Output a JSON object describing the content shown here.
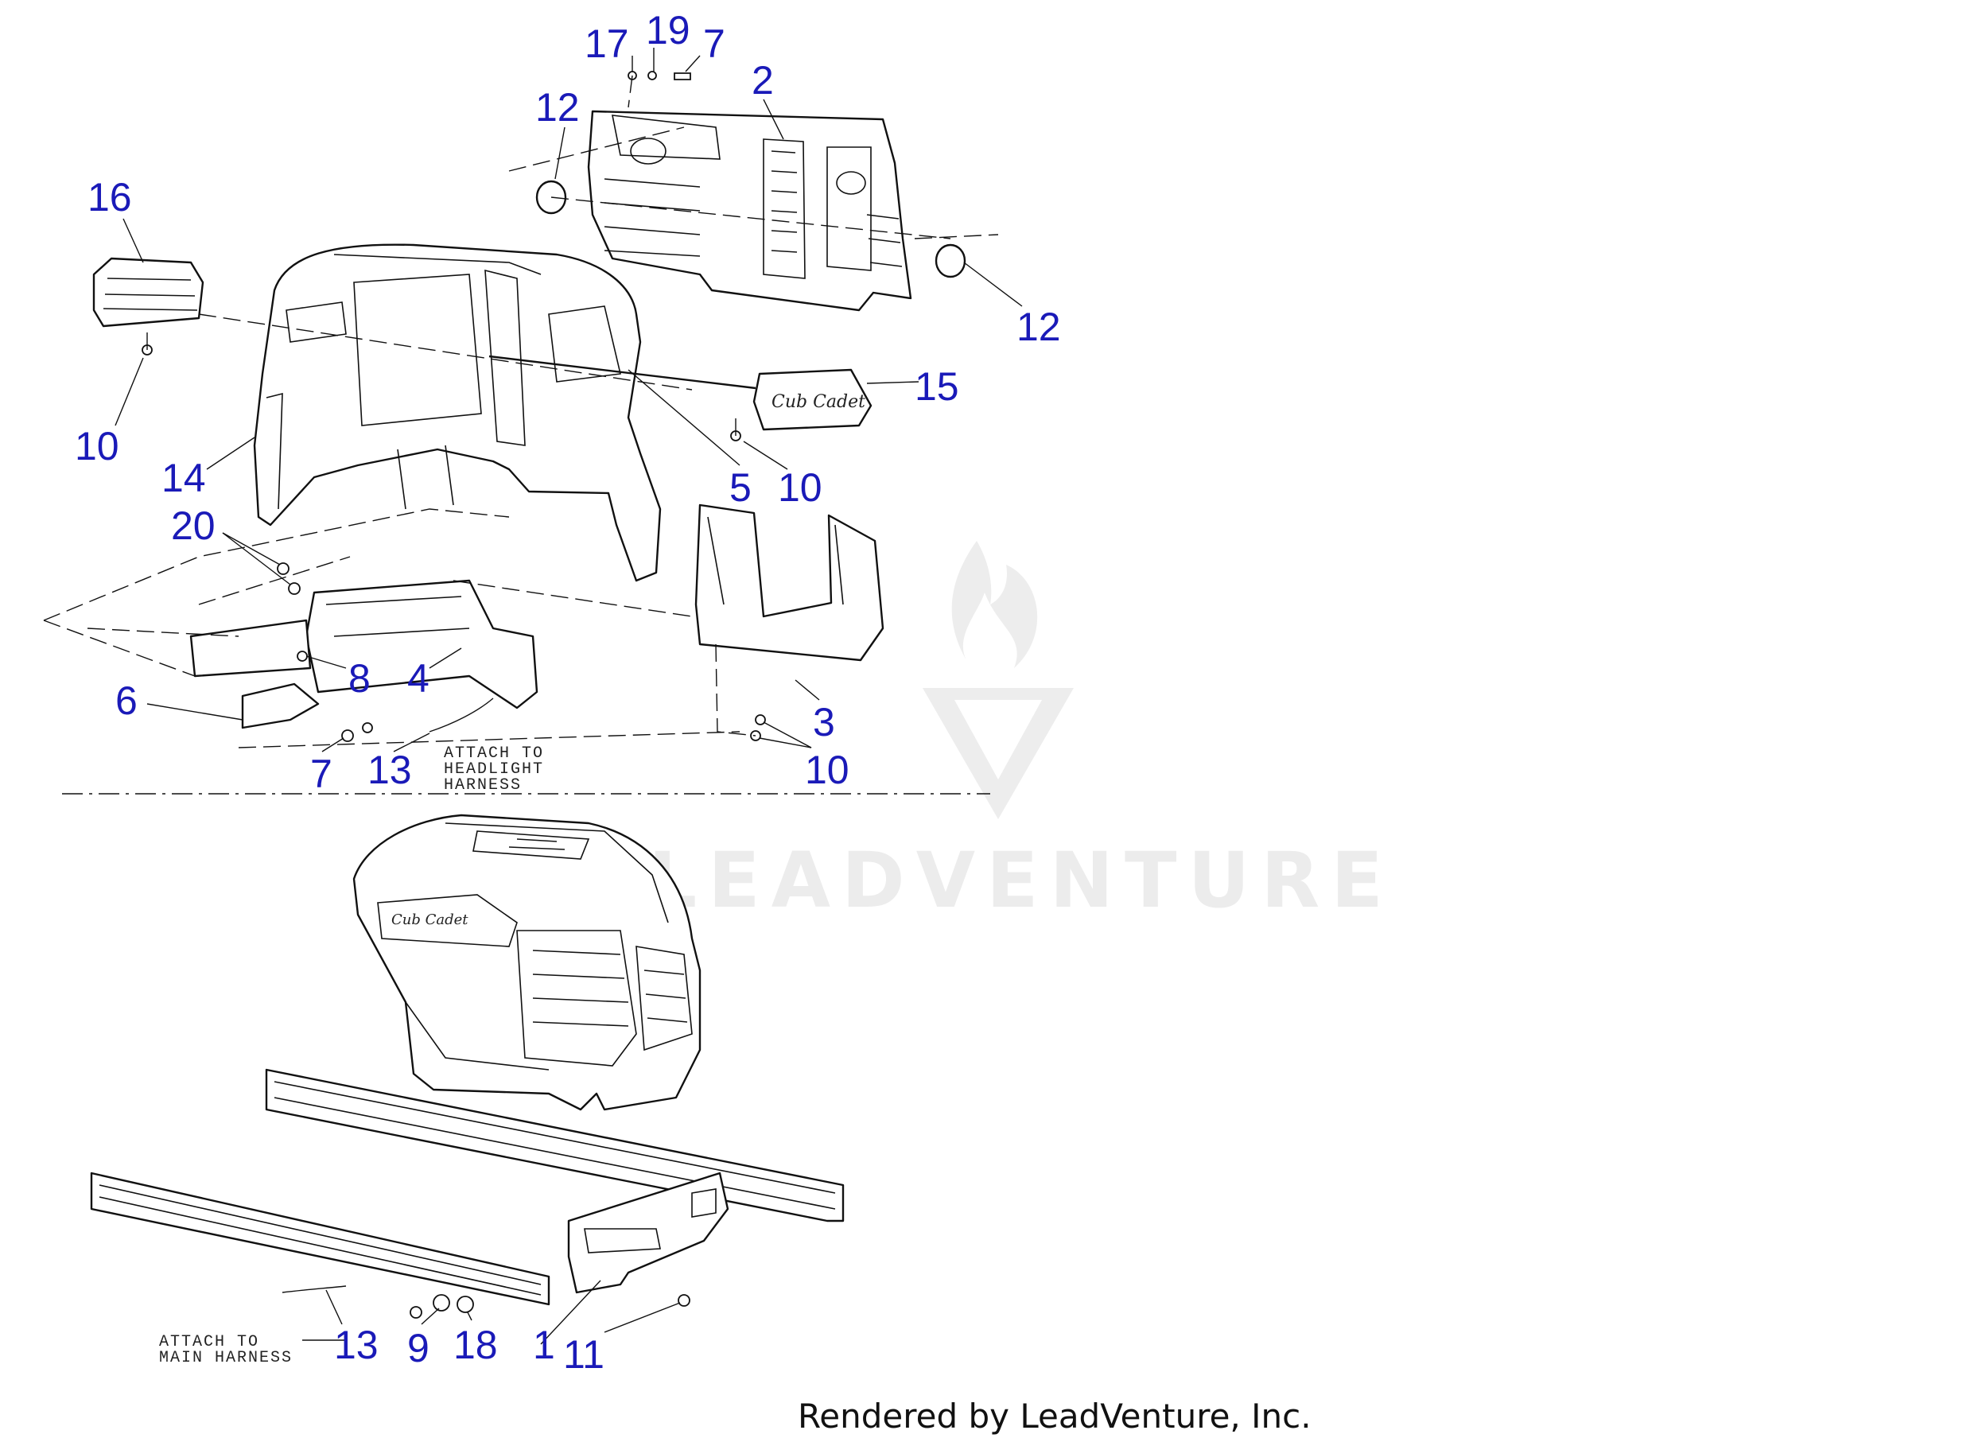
{
  "diagram": {
    "callouts": [
      {
        "id": "c17",
        "text": "17"
      },
      {
        "id": "c19",
        "text": "19"
      },
      {
        "id": "c7a",
        "text": "7"
      },
      {
        "id": "c2",
        "text": "2"
      },
      {
        "id": "c12a",
        "text": "12"
      },
      {
        "id": "c16",
        "text": "16"
      },
      {
        "id": "c12b",
        "text": "12"
      },
      {
        "id": "c15",
        "text": "15"
      },
      {
        "id": "c10a",
        "text": "10"
      },
      {
        "id": "c14",
        "text": "14"
      },
      {
        "id": "c5",
        "text": "5"
      },
      {
        "id": "c10b",
        "text": "10"
      },
      {
        "id": "c20",
        "text": "20"
      },
      {
        "id": "c8",
        "text": "8"
      },
      {
        "id": "c4",
        "text": "4"
      },
      {
        "id": "c6",
        "text": "6"
      },
      {
        "id": "c3",
        "text": "3"
      },
      {
        "id": "c7b",
        "text": "7"
      },
      {
        "id": "c13a",
        "text": "13"
      },
      {
        "id": "c10c",
        "text": "10"
      },
      {
        "id": "c13b",
        "text": "13"
      },
      {
        "id": "c9",
        "text": "9"
      },
      {
        "id": "c18",
        "text": "18"
      },
      {
        "id": "c1",
        "text": "1"
      },
      {
        "id": "c11",
        "text": "11"
      }
    ],
    "notes": {
      "headlight_line1": "ATTACH TO",
      "headlight_line2": "HEADLIGHT",
      "headlight_line3": "HARNESS",
      "main_line1": "ATTACH TO",
      "main_line2": "MAIN HARNESS"
    },
    "logo_script": "Cub Cadet"
  },
  "watermark": {
    "text": "LEADVENTURE"
  },
  "footer": {
    "text": "Rendered by LeadVenture, Inc."
  }
}
